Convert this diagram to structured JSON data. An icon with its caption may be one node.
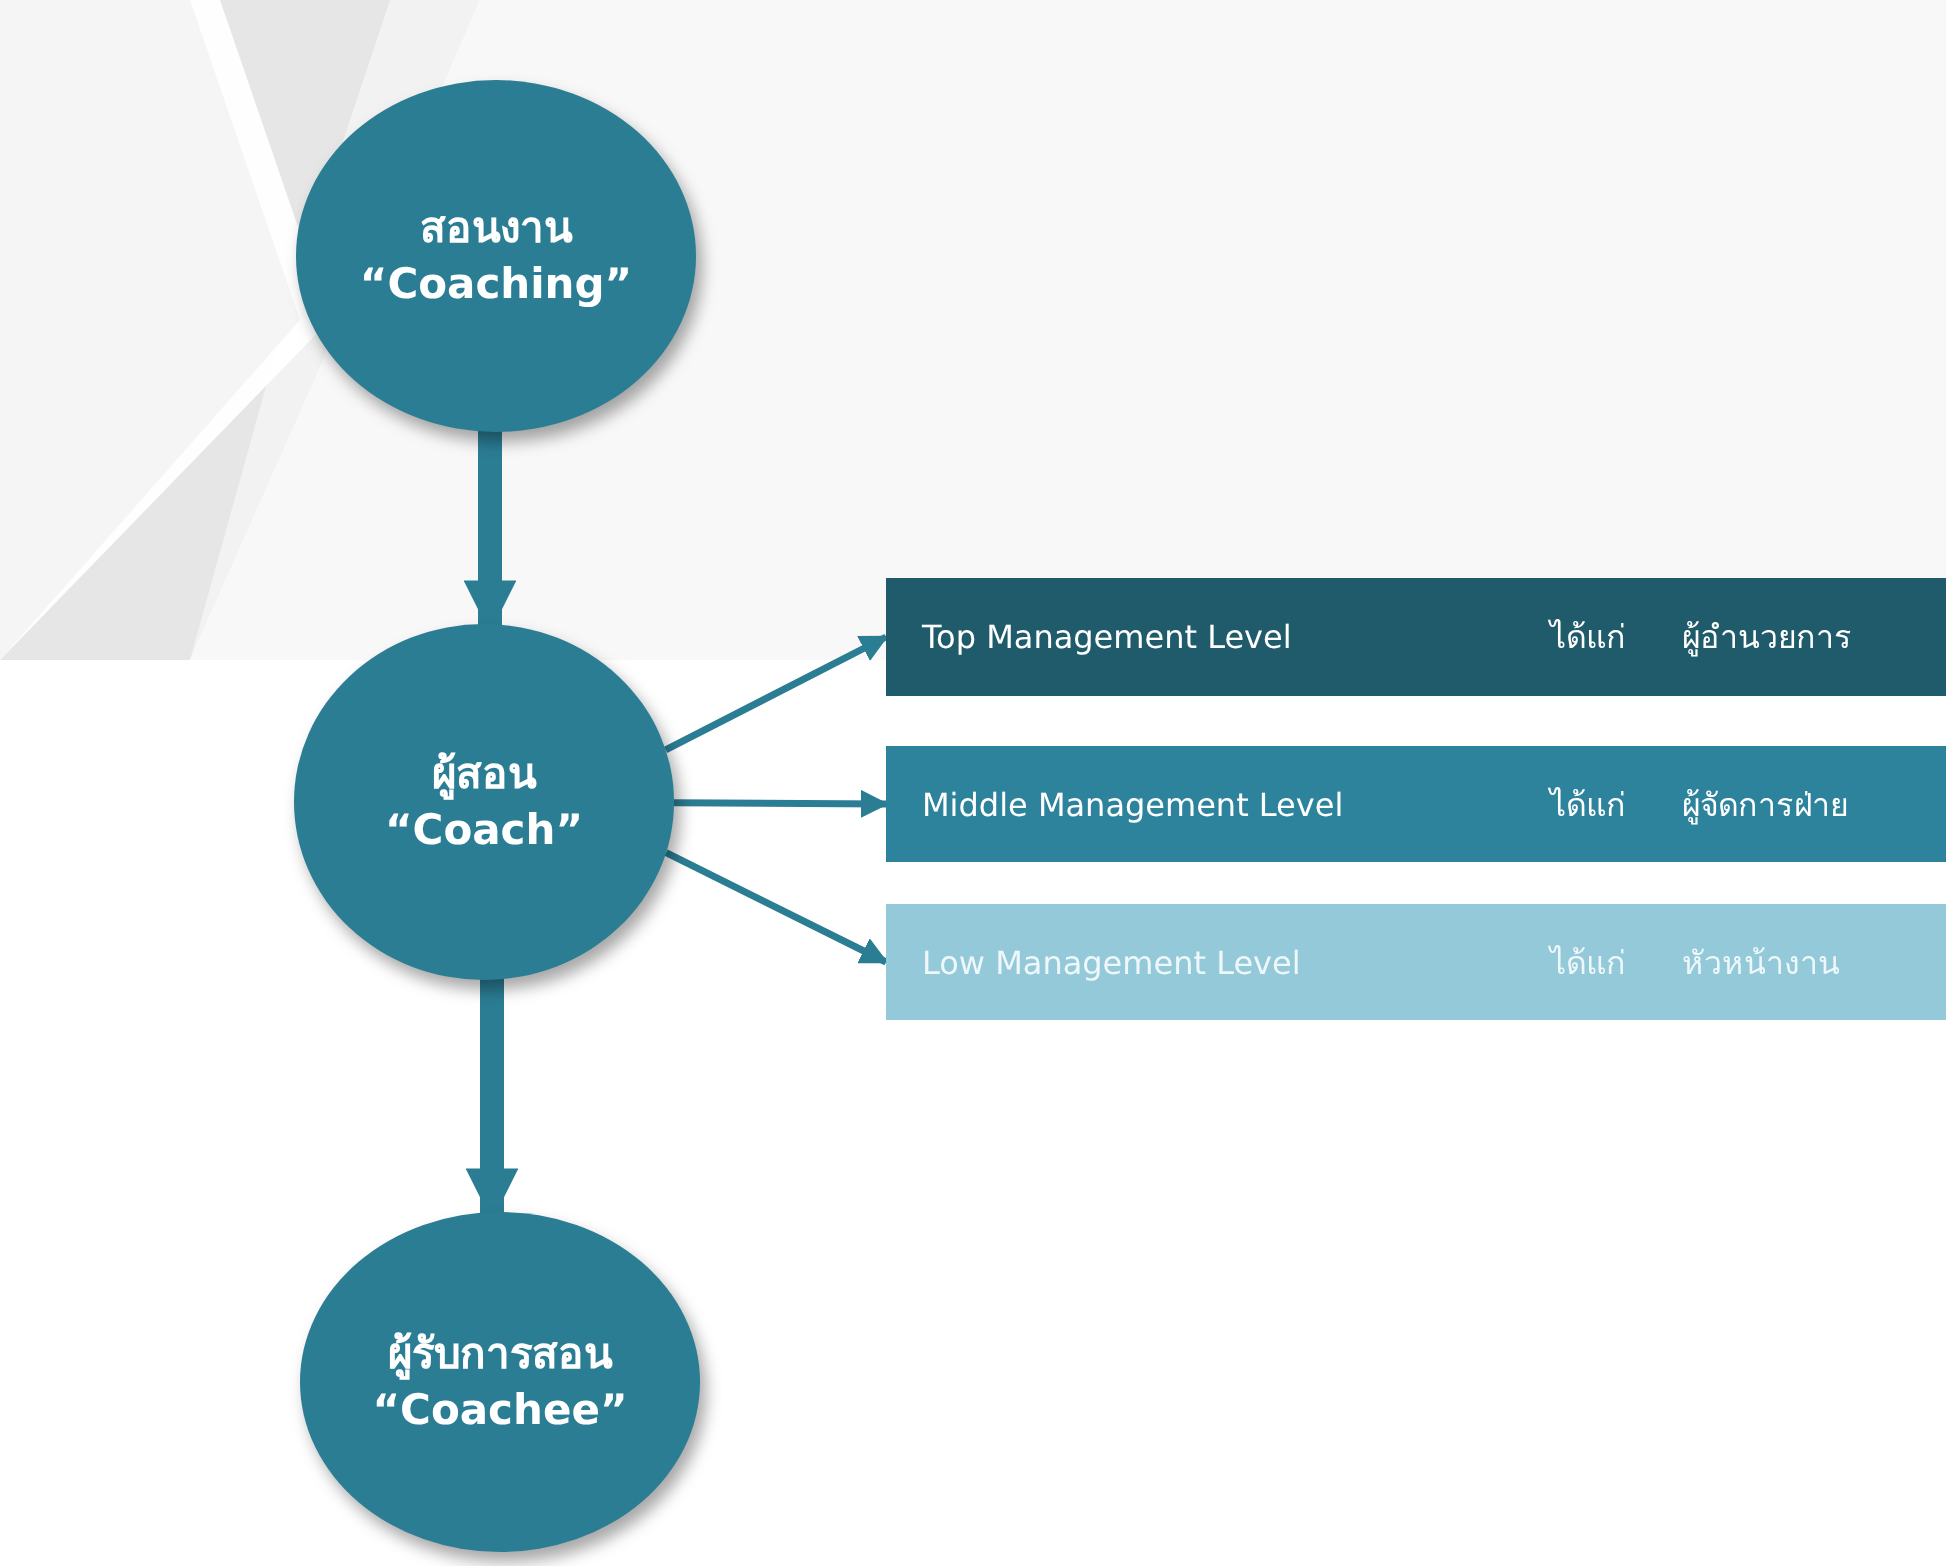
{
  "diagram": {
    "nodes": [
      {
        "text": [
          "สอนงาน",
          "“Coaching”"
        ]
      },
      {
        "text": [
          "ผู้สอน",
          "“Coach”"
        ]
      },
      {
        "text": [
          "ผู้รับการสอน",
          "“Coachee”"
        ]
      },
      {
        "text": [
          "Top Management Level",
          "ได้แก่",
          "ผู้อำนวยการ"
        ]
      },
      {
        "text": [
          "Middle Management Level",
          "ได้แก่",
          "ผู้จัดการฝ่าย"
        ]
      },
      {
        "text": [
          "Low Management Level",
          "ได้แก่",
          "หัวหน้างาน"
        ]
      }
    ],
    "edges": [
      {
        "from": 0,
        "to": 1,
        "arrow": "to",
        "style": "thick"
      },
      {
        "from": 1,
        "to": 3,
        "arrow": "to"
      },
      {
        "from": 1,
        "to": 4,
        "arrow": "to"
      },
      {
        "from": 1,
        "to": 5,
        "arrow": "to"
      },
      {
        "from": 1,
        "to": 2,
        "arrow": "to",
        "style": "thick"
      }
    ]
  }
}
